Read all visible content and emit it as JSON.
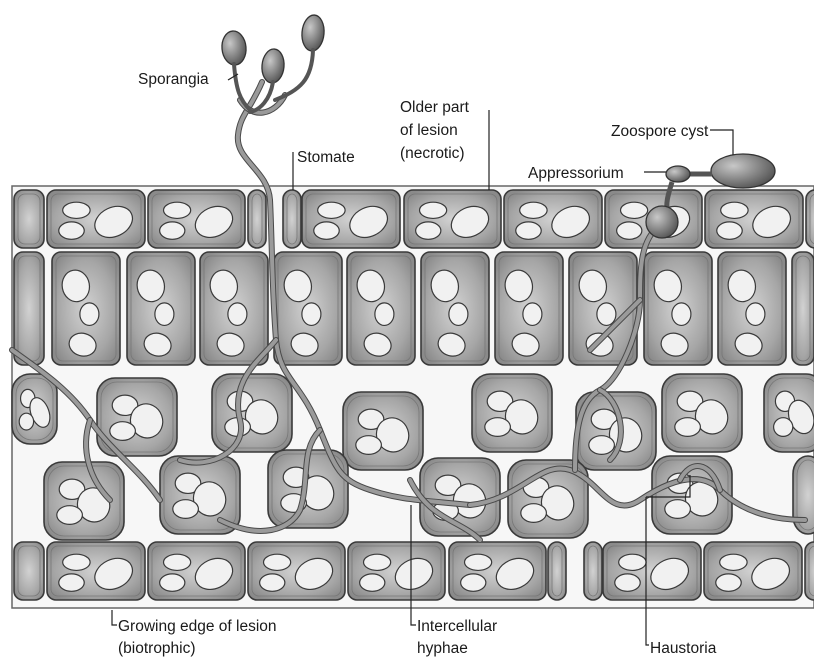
{
  "labels": {
    "sporangia": "Sporangia",
    "stomate": "Stomate",
    "older_lesion_1": "Older part",
    "older_lesion_2": "of lesion",
    "older_lesion_3": "(necrotic)",
    "zoospore_cyst": "Zoospore cyst",
    "appressorium": "Appressorium",
    "growing_edge_1": "Growing edge of lesion",
    "growing_edge_2": "(biotrophic)",
    "intercellular_1": "Intercellular",
    "intercellular_2": "hyphae",
    "haustoria": "Haustoria"
  },
  "colors": {
    "cell_fill": "#a9a9a9",
    "cell_edge": "#3a3a3a",
    "vacuole": "#f1f1f1",
    "hypha": "#8c8c8c",
    "spore": "#707070",
    "line": "#222222"
  }
}
